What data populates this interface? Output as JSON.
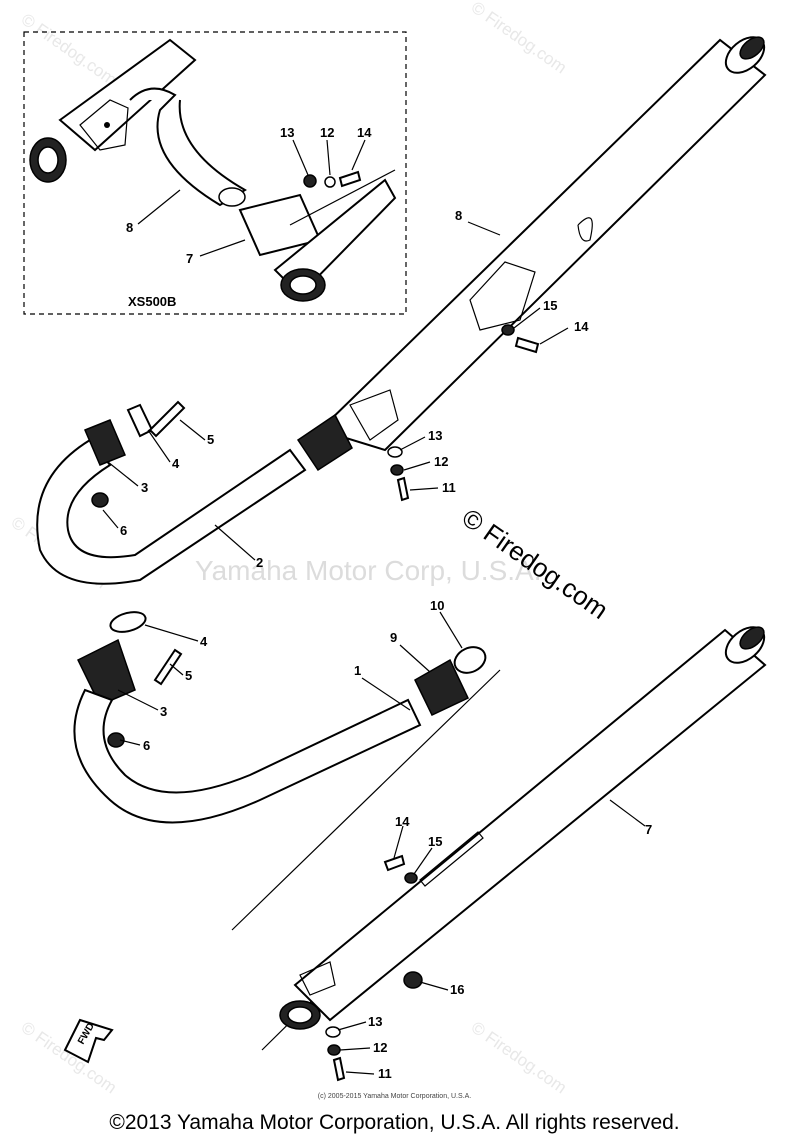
{
  "inset": {
    "label": "XS500B"
  },
  "callouts": {
    "inset_13": "13",
    "inset_12": "12",
    "inset_14": "14",
    "inset_8": "8",
    "inset_7": "7",
    "p8": "8",
    "p15a": "15",
    "p14a": "14",
    "p5a": "5",
    "p4a": "4",
    "p3a": "3",
    "p6a": "6",
    "p13a": "13",
    "p12a": "12",
    "p11a": "11",
    "p2": "2",
    "p4b": "4",
    "p5b": "5",
    "p3b": "3",
    "p6b": "6",
    "p1": "1",
    "p9": "9",
    "p10": "10",
    "p7": "7",
    "p14b": "14",
    "p15b": "15",
    "p16": "16",
    "p13b": "13",
    "p12b": "12",
    "p11b": "11"
  },
  "watermarks": {
    "site": "© Firedog.com",
    "center_copyright": "© Firedog.com",
    "center_brand": "Yamaha Motor Corp, U.S.A."
  },
  "fwd_label": "FWD",
  "small_credit": "(c) 2005-2015 Yamaha Motor Corporation, U.S.A.",
  "footer": "©2013 Yamaha Motor Corporation, U.S.A. All rights reserved."
}
